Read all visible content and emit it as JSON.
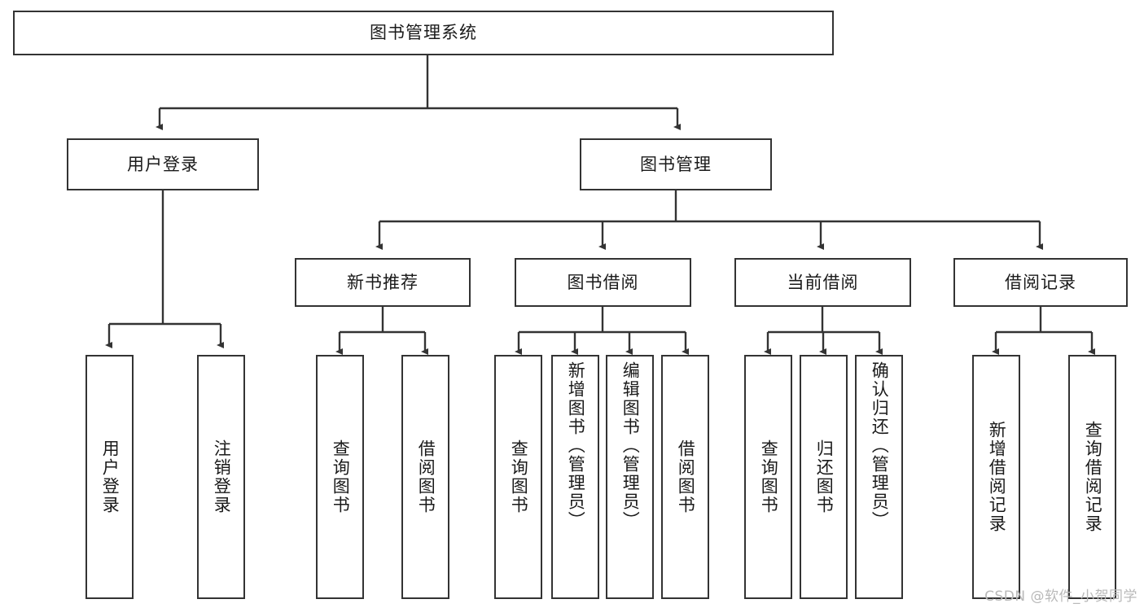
{
  "diagram": {
    "title": "图书管理系统",
    "watermark": "CSDN @软件_小贺同学",
    "line_color": "#333333",
    "box_fill": "#ffffff",
    "text_color": "#1a1a1a",
    "nodes": {
      "root": {
        "label": "图书管理系统"
      },
      "level2": [
        {
          "label": "用户登录"
        },
        {
          "label": "图书管理"
        }
      ],
      "level3": [
        {
          "label": "新书推荐"
        },
        {
          "label": "图书借阅"
        },
        {
          "label": "当前借阅"
        },
        {
          "label": "借阅记录"
        }
      ],
      "leaves_user_login": [
        {
          "label": "用户登录"
        },
        {
          "label": "注销登录"
        }
      ],
      "leaves_new_book": [
        {
          "label": "查询图书"
        },
        {
          "label": "借阅图书"
        }
      ],
      "leaves_borrow": [
        {
          "label": "查询图书"
        },
        {
          "label": "新增图书（管理员）"
        },
        {
          "label": "编辑图书（管理员）"
        },
        {
          "label": "借阅图书"
        }
      ],
      "leaves_current": [
        {
          "label": "查询图书"
        },
        {
          "label": "归还图书"
        },
        {
          "label": "确认归还（管理员）"
        }
      ],
      "leaves_records": [
        {
          "label": "新增借阅记录"
        },
        {
          "label": "查询借阅记录"
        }
      ]
    }
  }
}
